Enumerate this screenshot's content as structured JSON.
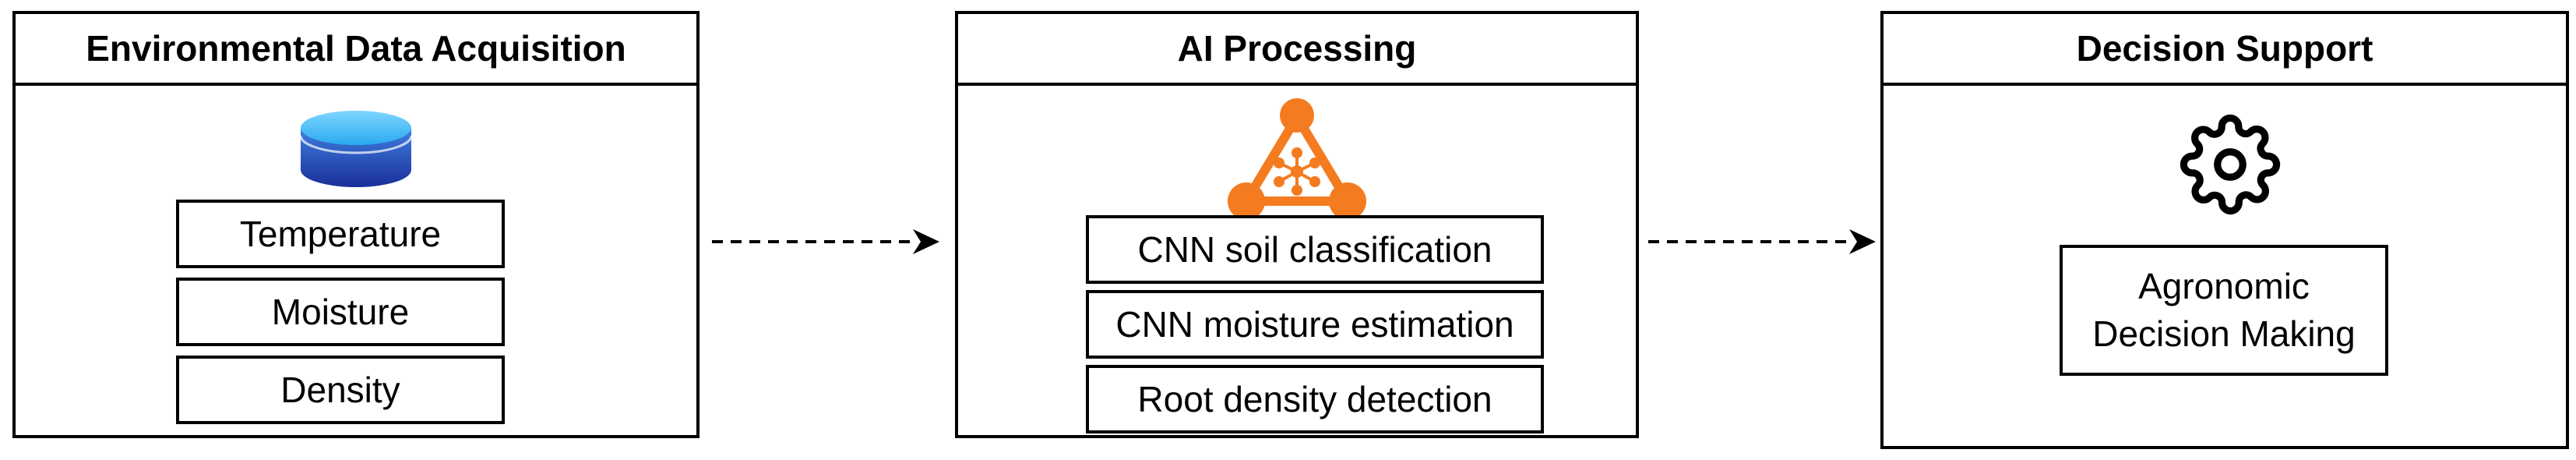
{
  "panels": [
    {
      "title": "Environmental Data Acquisition",
      "icon": "database-icon",
      "items": [
        "Temperature",
        "Moisture",
        "Density"
      ]
    },
    {
      "title": "AI Processing",
      "icon": "network-triangle-icon",
      "items": [
        "CNN soil classification",
        "CNN moisture estimation",
        "Root density detection"
      ]
    },
    {
      "title": "Decision Support",
      "icon": "gear-icon",
      "items": [
        "Agronomic",
        "Decision Making"
      ]
    }
  ],
  "colors": {
    "database_top": "#4fc3f7",
    "database_body": "#1a3aa8",
    "network_accent": "#f47b1f",
    "border": "#000000"
  }
}
